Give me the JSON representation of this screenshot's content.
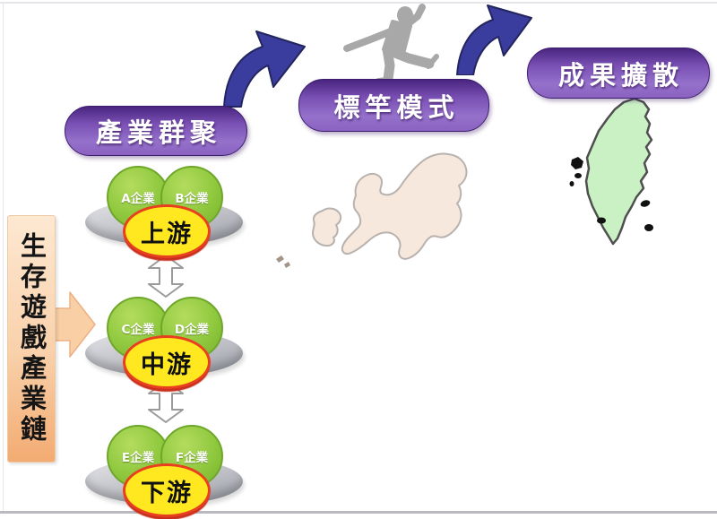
{
  "stage_pills": [
    {
      "label": "產業群聚"
    },
    {
      "label": "標竿模式"
    },
    {
      "label": "成果擴散"
    }
  ],
  "banner": {
    "label": "生存遊戲產業鏈"
  },
  "clusters": [
    {
      "left_company": "A企業",
      "right_company": "B企業",
      "tier": "上游"
    },
    {
      "left_company": "C企業",
      "right_company": "D企業",
      "tier": "中游"
    },
    {
      "left_company": "E企業",
      "right_company": "F企業",
      "tier": "下游"
    }
  ],
  "icons": {
    "flow_arrow": "curved-blue-arrow",
    "person": "jumping-person-silhouette",
    "link_arrow": "white-double-arrow",
    "banner_arrow": "peach-right-arrow",
    "island_map": "offshore-island-map",
    "taiwan_map": "taiwan-map"
  },
  "colors": {
    "pill_purple": "#8a62c0",
    "arrow_blue": "#3a3d9d",
    "bubble_green": "#8fc83e",
    "tier_yellow": "#ffe820",
    "tier_ring_red": "#e8401f",
    "banner_peach": "#f6bd92",
    "platter_gray": "#c6c7cd",
    "person_gray": "#a8a8a8",
    "taiwan_green": "#c9f1c3",
    "island_beige": "#f7e8dd"
  }
}
